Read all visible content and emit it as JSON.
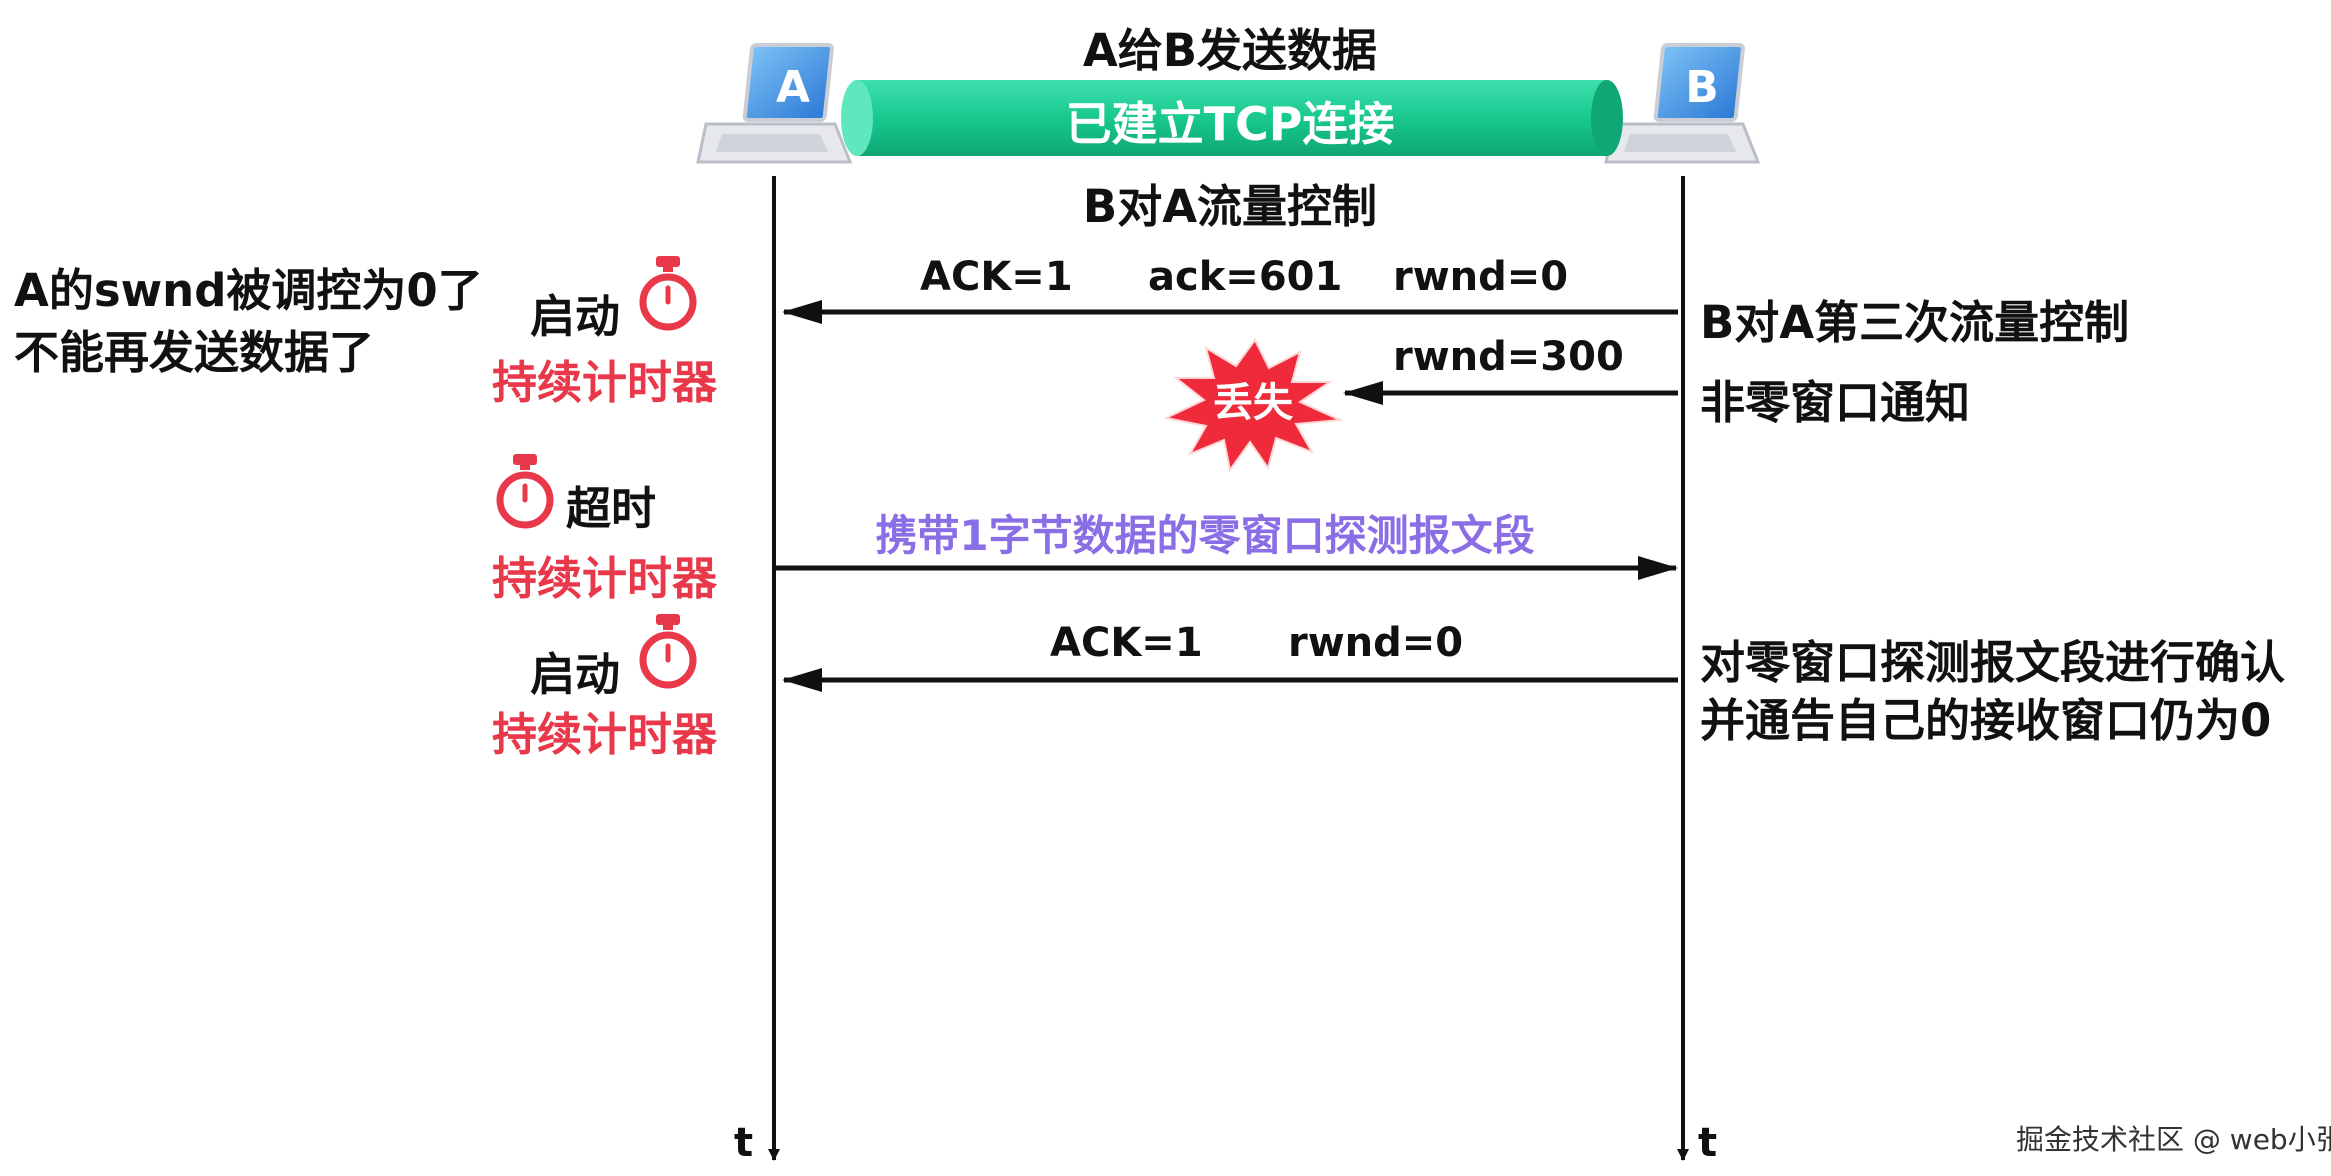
{
  "hosts": {
    "a_label": "A",
    "b_label": "B",
    "time_label": "t"
  },
  "header": {
    "top_label": "A给B发送数据",
    "connection_label": "已建立TCP连接",
    "bottom_label": "B对A流量控制"
  },
  "left_note": {
    "line1": "A的swnd被调控为0了",
    "line2": "不能再发送数据了"
  },
  "timer_events": [
    {
      "action": "启动",
      "timer": "持续计时器"
    },
    {
      "action": "超时",
      "timer": "持续计时器"
    },
    {
      "action": "启动",
      "timer": "持续计时器"
    }
  ],
  "segments": {
    "first": {
      "ack_flag": "ACK=1",
      "ack_num": "ack=601",
      "rwnd": "rwnd=0"
    },
    "second": {
      "rwnd": "rwnd=300",
      "lost_label": "丢失"
    },
    "probe": {
      "label": "携带1字节数据的零窗口探测报文段"
    },
    "fourth": {
      "ack_flag": "ACK=1",
      "rwnd": "rwnd=0"
    }
  },
  "right_notes": {
    "first": "B对A第三次流量控制",
    "second": "非零窗口通知",
    "fourth_line1": "对零窗口探测报文段进行确认",
    "fourth_line2": "并通告自己的接收窗口仍为0"
  },
  "watermark": "掘金技术社区 @ web小张",
  "colors": {
    "pipe": "#18c88f",
    "timer_text": "#e8384a",
    "probe_text": "#8a6ee6",
    "lost_burst": "#ef2b3b"
  }
}
